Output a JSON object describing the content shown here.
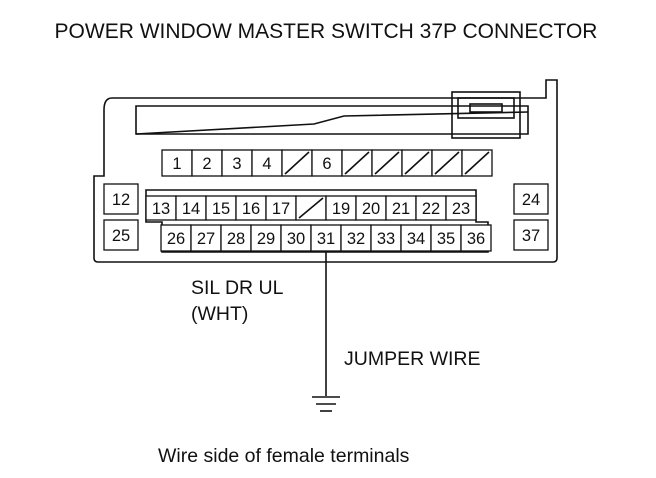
{
  "title": "POWER WINDOW MASTER SWITCH 37P CONNECTOR",
  "pins": {
    "row1": [
      "1",
      "2",
      "3",
      "4",
      "",
      "6",
      "",
      "",
      "",
      "",
      "",
      ""
    ],
    "row2": [
      "13",
      "14",
      "15",
      "16",
      "17",
      "",
      "19",
      "20",
      "21",
      "22",
      "23"
    ],
    "row3": [
      "26",
      "27",
      "28",
      "29",
      "30",
      "31",
      "32",
      "33",
      "34",
      "35",
      "36"
    ],
    "left": [
      "12",
      "25"
    ],
    "right": [
      "24",
      "37"
    ]
  },
  "wire_label_line1": "SIL DR UL",
  "wire_label_line2": "(WHT)",
  "jumper_label": "JUMPER WIRE",
  "ground_icon": "ground-symbol-icon",
  "caption": "Wire side of female terminals"
}
